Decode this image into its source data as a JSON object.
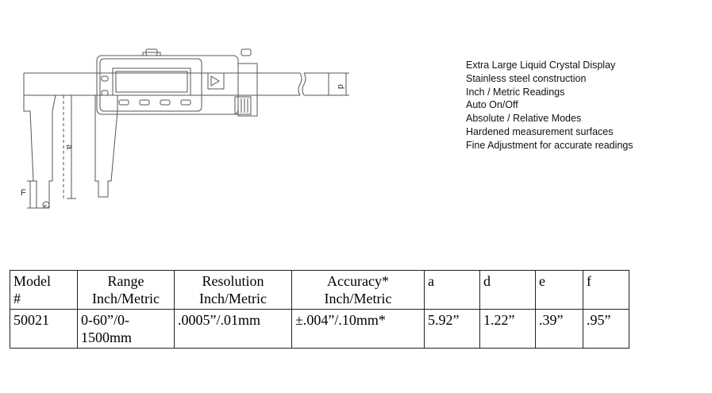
{
  "diagram": {
    "label_d": "d",
    "label_a": "a",
    "label_f": "F",
    "label_e": "e"
  },
  "features": [
    "Extra Large Liquid Crystal Display",
    "Stainless steel construction",
    "Inch / Metric Readings",
    "Auto On/Off",
    "Absolute / Relative Modes",
    "Hardened measurement surfaces",
    "Fine Adjustment for accurate readings"
  ],
  "table": {
    "headers": {
      "model": [
        "Model",
        "#"
      ],
      "range": [
        "Range",
        "Inch/Metric"
      ],
      "resolution": [
        "Resolution",
        "Inch/Metric"
      ],
      "accuracy": [
        "Accuracy*",
        "Inch/Metric"
      ],
      "a": "a",
      "d": "d",
      "e": "e",
      "f": "f"
    },
    "row": {
      "model": "50021",
      "range": "0-60”/0-1500mm",
      "resolution": ".0005”/.01mm",
      "accuracy": "±.004”/.10mm*",
      "a": "5.92”",
      "d": "1.22”",
      "e": ".39”",
      "f": ".95”"
    }
  }
}
